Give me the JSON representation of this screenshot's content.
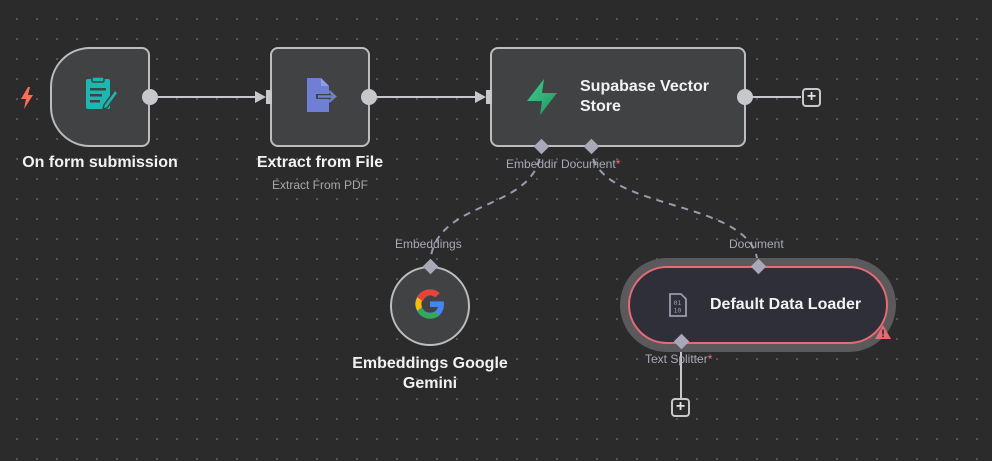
{
  "nodes": {
    "form": {
      "title": "On form submission",
      "icon": "form-document-icon"
    },
    "extract": {
      "title": "Extract from File",
      "subtitle": "Extract From PDF",
      "icon": "file-export-icon"
    },
    "supabase": {
      "title_line1": "Supabase Vector",
      "title_line2": "Store",
      "icon": "supabase-bolt-icon"
    },
    "gemini": {
      "title_line1": "Embeddings Google",
      "title_line2": "Gemini",
      "icon": "google-g-icon"
    },
    "loader": {
      "title": "Default Data Loader",
      "icon": "binary-file-icon"
    }
  },
  "ports": {
    "supabase_embedding": "Embeddir",
    "supabase_document": "Document",
    "required_mark": "*",
    "gemini_embeddings": "Embeddings",
    "loader_document": "Document",
    "loader_text_splitter": "Text Splitter"
  },
  "add_buttons": {
    "symbol": "+"
  },
  "trigger_icon": "lightning-bolt-icon",
  "warning_icon": "warning-triangle-icon",
  "colors": {
    "canvas": "#2b2b2b",
    "node_fill": "#414244",
    "node_border": "#bdbdbf",
    "error_border": "#e86a72",
    "trigger_bolt": "#ff6d5a",
    "form_icon": "#1bb7b0",
    "extract_icon": "#6f7fd6",
    "supabase_green": "#3ecf8e"
  }
}
